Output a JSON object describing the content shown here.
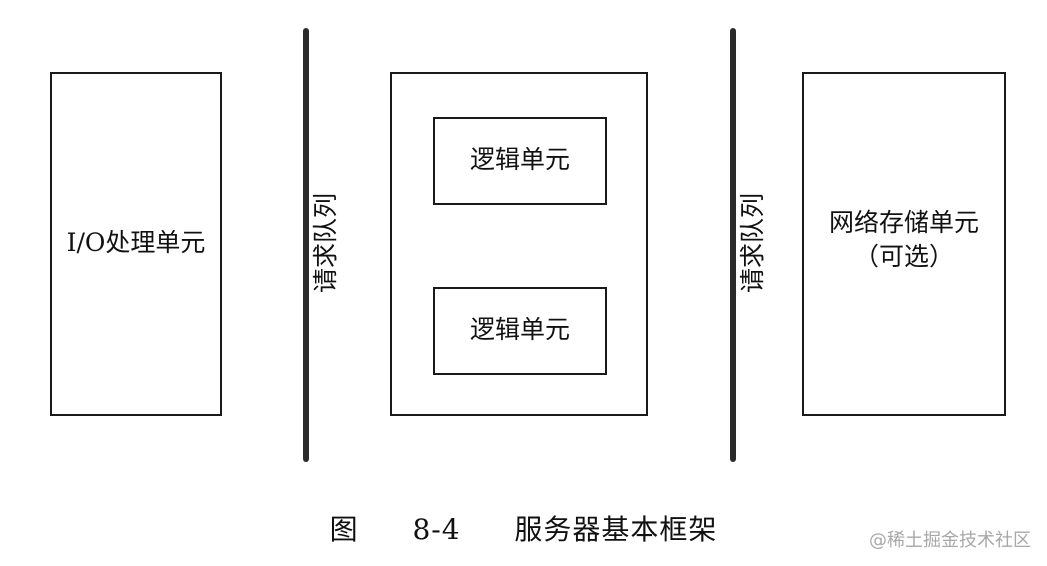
{
  "diagram": {
    "io_unit": "I/O处理单元",
    "queue_left": "请求队列",
    "logic_unit_top": "逻辑单元",
    "logic_unit_bottom": "逻辑单元",
    "queue_right": "请求队列",
    "storage_unit": "网络存储单元\n（可选）"
  },
  "caption": {
    "figure_label": "图",
    "figure_number": "8-4",
    "title": "服务器基本框架"
  },
  "watermark": "@稀土掘金技术社区"
}
